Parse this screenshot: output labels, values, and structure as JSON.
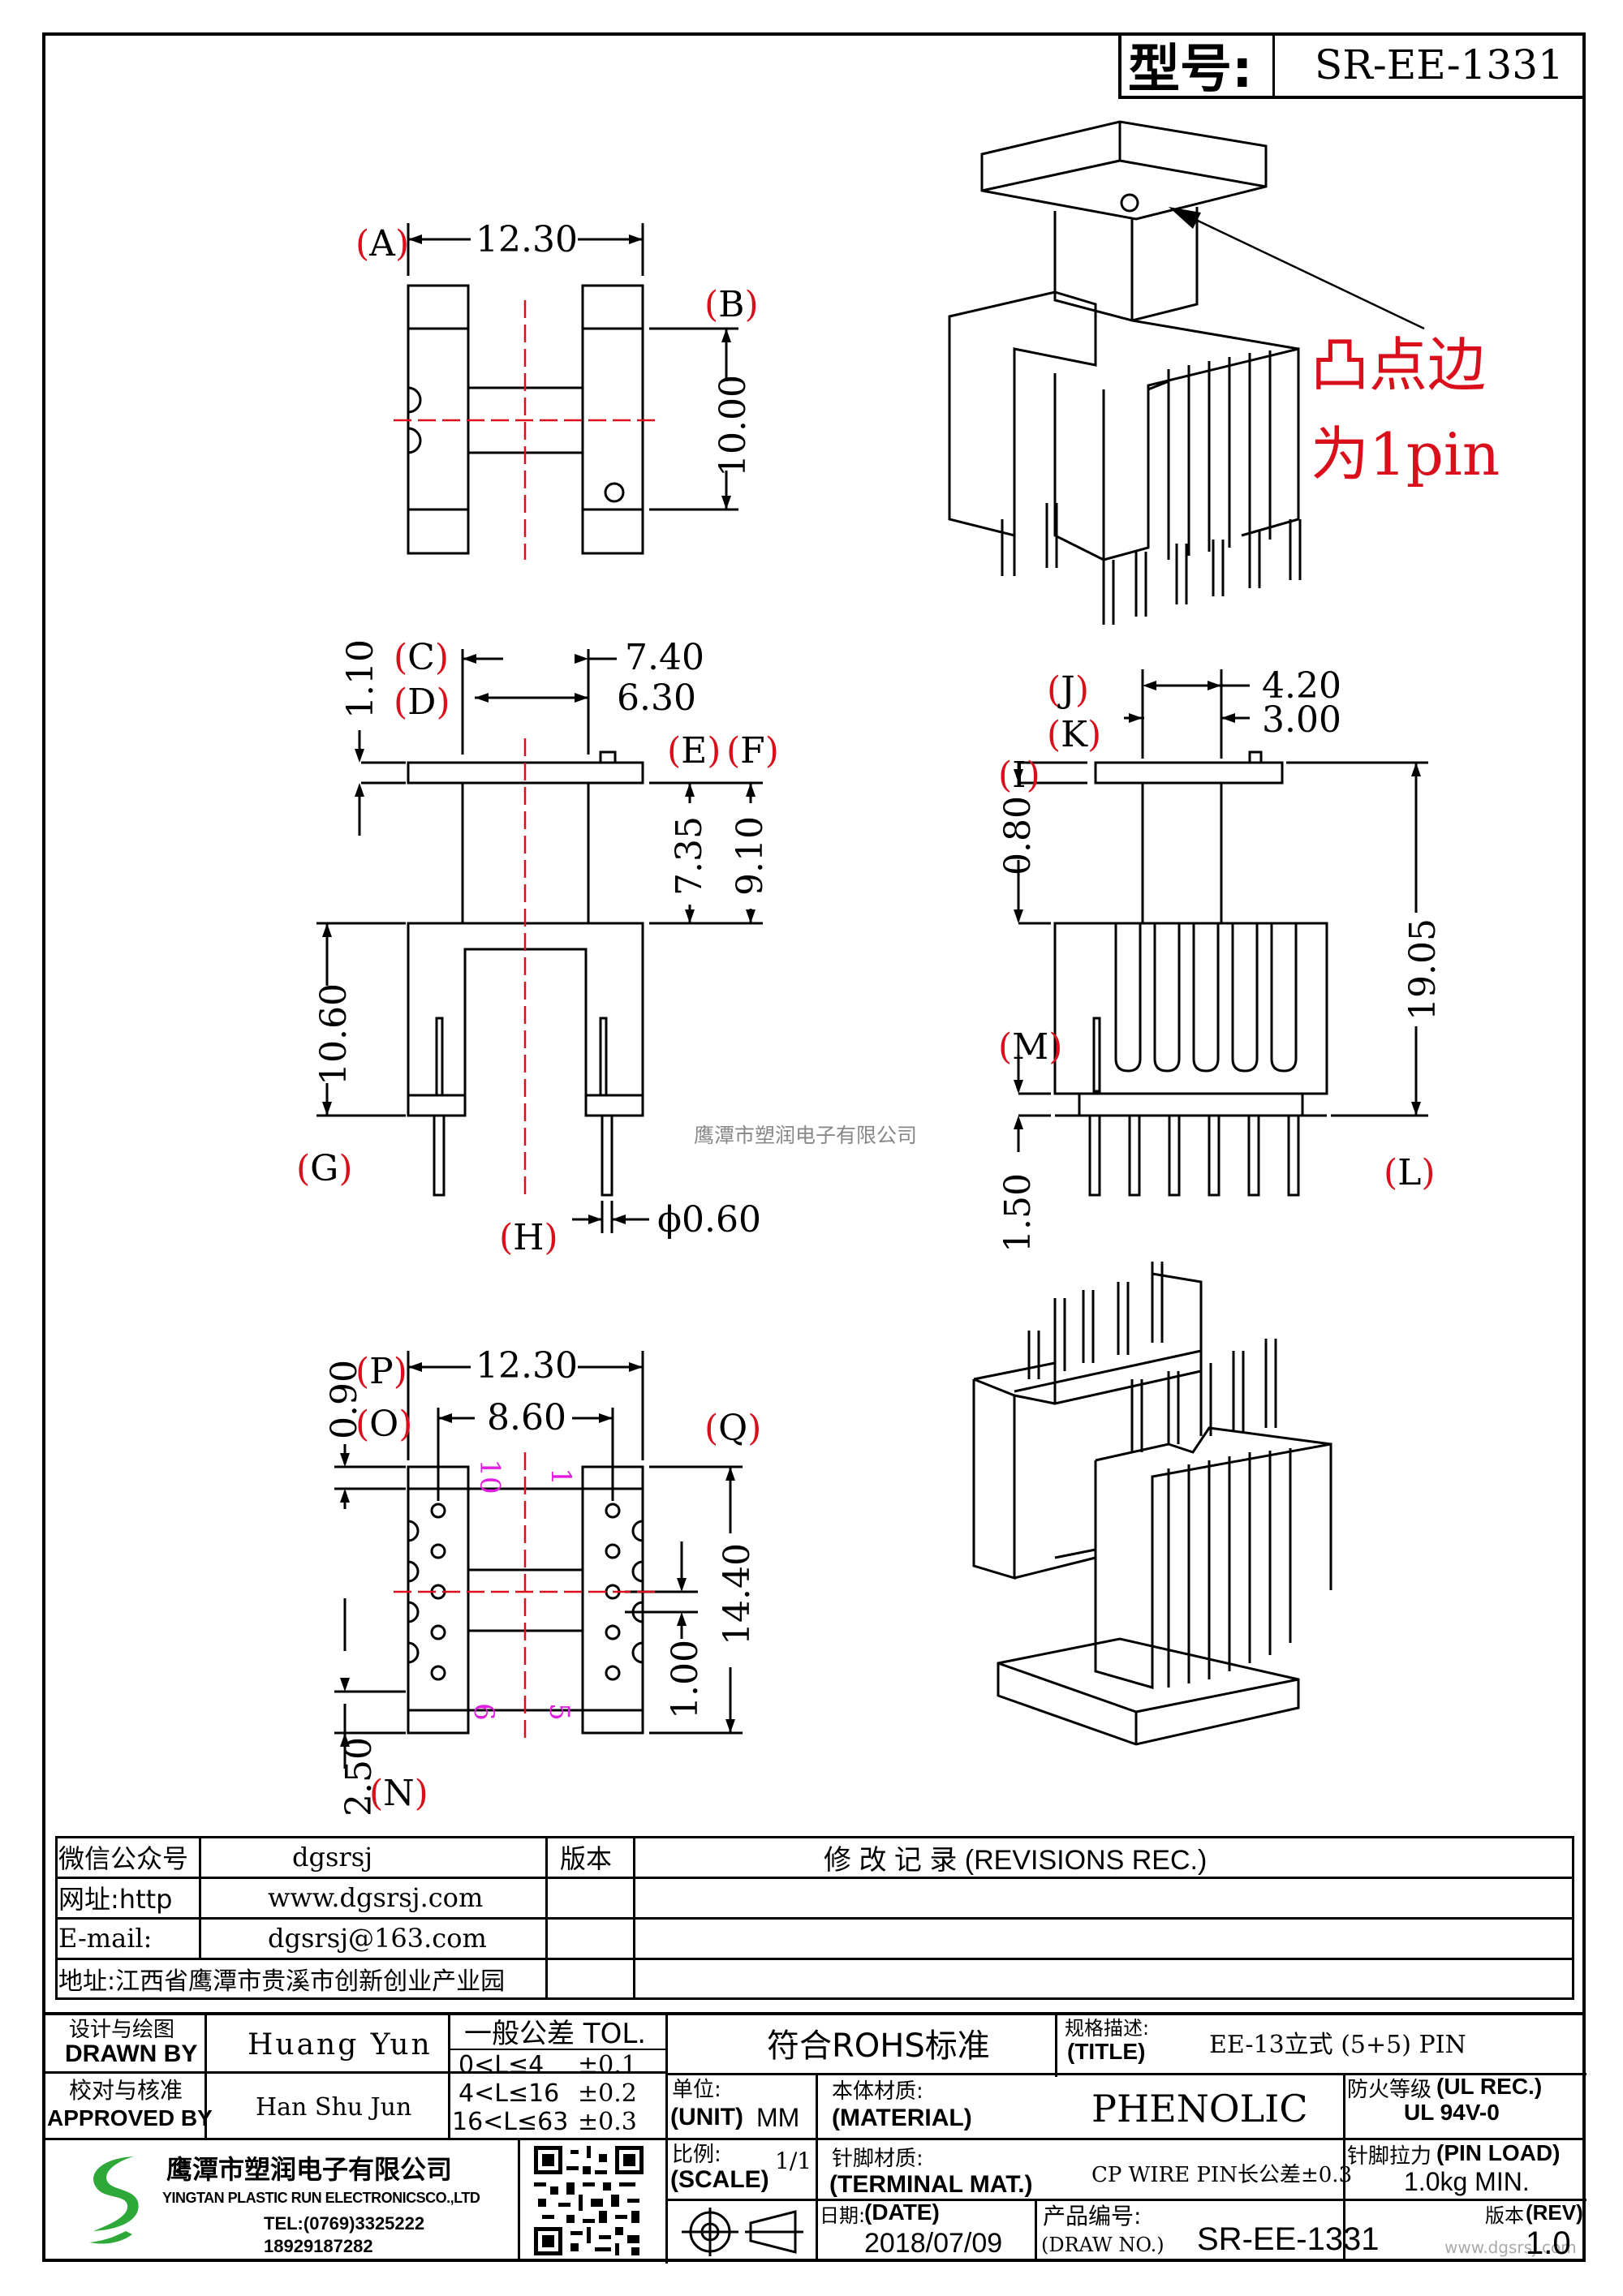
{
  "header": {
    "model_label": "型号:",
    "model_value": "SR-EE-1331"
  },
  "watermark": "鹰潭市塑润电子有限公司",
  "watermark_corner": "www.dgsrsj.com",
  "annotation": {
    "line1": "凸点边",
    "line2": "为1pin"
  },
  "top_view": {
    "label_a": "A",
    "label_b": "B",
    "dim_width": "12.30",
    "dim_height": "10.00"
  },
  "front_view": {
    "label_c": "C",
    "label_d": "D",
    "label_e": "E",
    "label_f": "F",
    "label_g": "G",
    "label_h": "H",
    "dim_c": "7.40",
    "dim_d": "6.30",
    "dim_flange": "1.10",
    "dim_e": "7.35",
    "dim_f": "9.10",
    "dim_g": "10.60",
    "dim_h": "ϕ0.60"
  },
  "side_view": {
    "label_j": "J",
    "label_k": "K",
    "label_i": "I",
    "label_m": "M",
    "label_l": "L",
    "dim_j": "4.20",
    "dim_k": "3.00",
    "dim_i": "0.80",
    "dim_m": "1.50",
    "dim_l": "19.05"
  },
  "bottom_view": {
    "label_p": "P",
    "label_o": "O",
    "label_q": "Q",
    "label_n": "N",
    "dim_p": "12.30",
    "dim_o": "8.60",
    "dim_p_small": "0.90",
    "dim_q": "14.40",
    "dim_pitch": "1.00",
    "dim_n": "2.50",
    "pin_10": "10",
    "pin_1": "1",
    "pin_6": "6",
    "pin_5": "5"
  },
  "info_table": {
    "wechat_label": "微信公众号",
    "wechat_value": "dgsrsj",
    "web_label": "网址:http",
    "web_value": "www.dgsrsj.com",
    "email_label": "E-mail:",
    "email_value": "dgsrsj@163.com",
    "address": "地址:江西省鹰潭市贵溪市创新创业产业园",
    "version_label": "版本",
    "revisions": "修 改 记 录 (REVISIONS REC.)"
  },
  "title_block": {
    "drawn_cn": "设计与绘图",
    "drawn_en": "DRAWN BY",
    "drawn_name": "Huang Yun",
    "approved_cn": "校对与核准",
    "approved_en": "APPROVED BY",
    "approved_name": "Han Shu Jun",
    "tol_title": "一般公差 TOL.",
    "tol_rows": [
      {
        "range": "0<L≤4",
        "value": "±0.1"
      },
      {
        "range": "4<L≤16",
        "value": "±0.2"
      },
      {
        "range": "16<L≤63",
        "value": "±0.3"
      }
    ],
    "rohs": "符合ROHS标准",
    "title_cn": "规格描述:",
    "title_en": "(TITLE)",
    "title_value": "EE-13立式 (5+5) PIN",
    "unit_cn": "单位:",
    "unit_en": "(UNIT)",
    "unit_value": "MM",
    "material_cn": "本体材质:",
    "material_en": "(MATERIAL)",
    "material_value": "PHENOLIC",
    "fire_cn": "防火等级",
    "fire_en": "(UL REC.)",
    "fire_value": "UL 94V-0",
    "scale_cn": "比例:",
    "scale_en": "(SCALE)",
    "scale_value": "1/1",
    "terminal_cn": "针脚材质:",
    "terminal_en": "(TERMINAL MAT.)",
    "terminal_value": "CP WIRE  PIN长公差±0.3",
    "pinload_cn": "针脚拉力",
    "pinload_en": "(PIN LOAD)",
    "pinload_value": "1.0kg MIN.",
    "date_cn": "日期:",
    "date_en": "(DATE)",
    "date_value": "2018/07/09",
    "drawno_cn": "产品编号:",
    "drawno_en": "(DRAW NO.)",
    "drawno_value": "SR-EE-1331",
    "rev_cn": "版本",
    "rev_en": "(REV)",
    "rev_value": "1.0",
    "company_cn": "鹰潭市塑润电子有限公司",
    "company_en": "YINGTAN PLASTIC RUN ELECTRONICSCO.,LTD",
    "tel": "TEL:(0769)3325222",
    "mobile": "18929187282"
  },
  "colors": {
    "red": "#d9101b",
    "magenta": "#e01ce0",
    "green": "#2fa83a",
    "gray": "#888888"
  }
}
